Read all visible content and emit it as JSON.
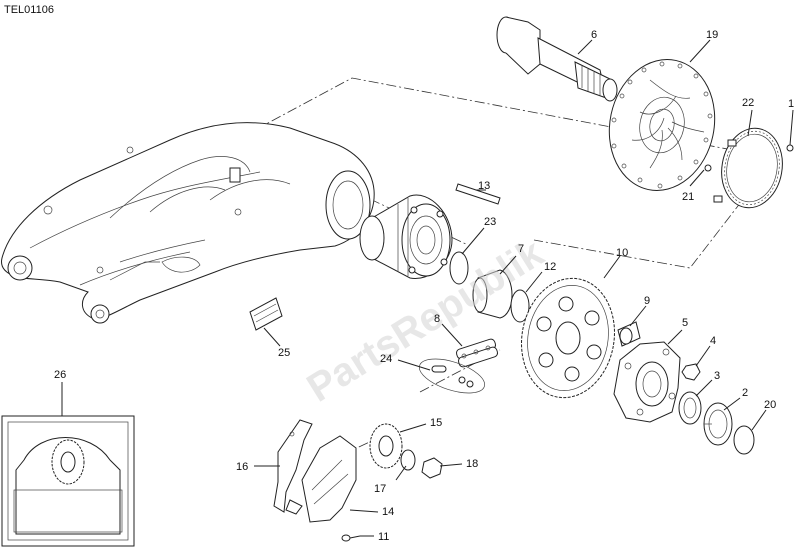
{
  "drawing_code": "TEL01106",
  "watermark": "PartsRepublik",
  "callouts": [
    "1",
    "2",
    "3",
    "4",
    "5",
    "6",
    "7",
    "8",
    "9",
    "10",
    "11",
    "12",
    "13",
    "14",
    "15",
    "16",
    "17",
    "18",
    "19",
    "20",
    "21",
    "22",
    "23",
    "24",
    "25",
    "26"
  ],
  "colors": {
    "line": "#222222",
    "watermark": "#d4d4d4",
    "background": "#ffffff"
  }
}
